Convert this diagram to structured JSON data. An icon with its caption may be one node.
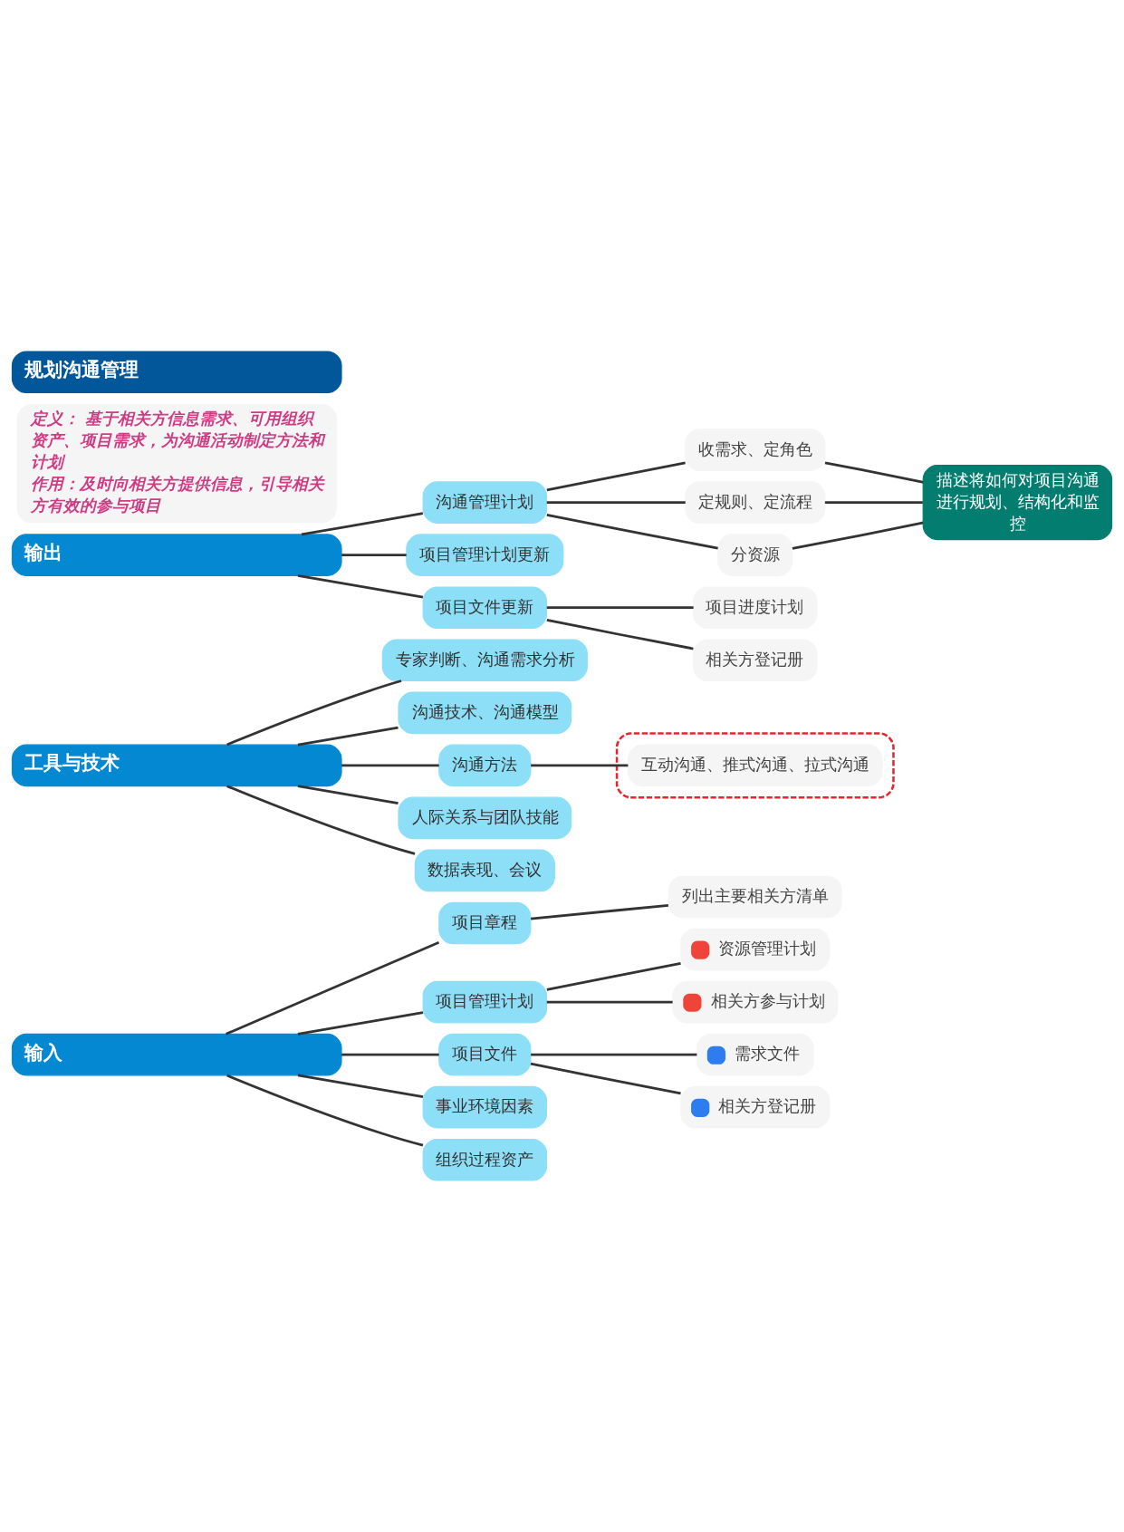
{
  "diagram": {
    "nodes": [
      {
        "text": [
          "规划沟通管理"
        ]
      },
      {
        "text": [
          "定义： 基于相关方信息需求、可用组织资产、项目需求，为沟通活动制定方法和计划",
          "作用：及时向相关方提供信息，引导相关方有效的参与项目"
        ]
      },
      {
        "text": [
          "输出"
        ]
      },
      {
        "text": [
          "沟通管理计划"
        ]
      },
      {
        "text": [
          "收需求、定角色"
        ]
      },
      {
        "text": [
          "定规则、定流程"
        ]
      },
      {
        "text": [
          "分资源"
        ]
      },
      {
        "text": [
          "描述将如何对项目沟通进行规划、结构化和监控"
        ]
      },
      {
        "text": [
          "项目管理计划更新"
        ]
      },
      {
        "text": [
          "项目文件更新"
        ]
      },
      {
        "text": [
          "项目进度计划"
        ]
      },
      {
        "text": [
          "相关方登记册"
        ]
      },
      {
        "text": [
          "工具与技术"
        ]
      },
      {
        "text": [
          "专家判断、沟通需求分析"
        ]
      },
      {
        "text": [
          "沟通技术、沟通模型"
        ]
      },
      {
        "text": [
          "沟通方法"
        ]
      },
      {
        "text": [],
        "shape": "box"
      },
      {
        "text": [
          "互动沟通、推式沟通、拉式沟通"
        ],
        "in": 16
      },
      {
        "text": [
          "人际关系与团队技能"
        ]
      },
      {
        "text": [
          "数据表现、会议"
        ]
      },
      {
        "text": [
          "输入"
        ]
      },
      {
        "text": [
          "项目章程"
        ]
      },
      {
        "text": [
          "列出主要相关方清单"
        ]
      },
      {
        "text": [
          "项目管理计划"
        ]
      },
      {
        "text": [
          "资源管理计划"
        ]
      },
      {
        "text": [
          "相关方参与计划"
        ]
      },
      {
        "text": [
          "项目文件"
        ]
      },
      {
        "text": [
          "需求文件"
        ]
      },
      {
        "text": [
          "相关方登记册"
        ]
      },
      {
        "text": [
          "事业环境因素"
        ]
      },
      {
        "text": [
          "组织过程资产"
        ]
      }
    ],
    "edges": [
      {
        "from": 2,
        "to": 3,
        "arrow": "none"
      },
      {
        "from": 3,
        "to": 4,
        "arrow": "none"
      },
      {
        "from": 3,
        "to": 5,
        "arrow": "none"
      },
      {
        "from": 3,
        "to": 6,
        "arrow": "none"
      },
      {
        "from": 4,
        "to": 7,
        "arrow": "none"
      },
      {
        "from": 5,
        "to": 7,
        "arrow": "none"
      },
      {
        "from": 6,
        "to": 7,
        "arrow": "none"
      },
      {
        "from": 2,
        "to": 8,
        "arrow": "none"
      },
      {
        "from": 2,
        "to": 9,
        "arrow": "none"
      },
      {
        "from": 9,
        "to": 10,
        "arrow": "none"
      },
      {
        "from": 9,
        "to": 11,
        "arrow": "none"
      },
      {
        "from": 12,
        "to": 13,
        "arrow": "none"
      },
      {
        "from": 12,
        "to": 14,
        "arrow": "none"
      },
      {
        "from": 12,
        "to": 15,
        "arrow": "none"
      },
      {
        "from": 15,
        "to": 17,
        "arrow": "none"
      },
      {
        "from": 12,
        "to": 18,
        "arrow": "none"
      },
      {
        "from": 12,
        "to": 19,
        "arrow": "none"
      },
      {
        "from": 20,
        "to": 21,
        "arrow": "none"
      },
      {
        "from": 21,
        "to": 22,
        "arrow": "none"
      },
      {
        "from": 20,
        "to": 23,
        "arrow": "none"
      },
      {
        "from": 23,
        "to": 24,
        "arrow": "none"
      },
      {
        "from": 23,
        "to": 25,
        "arrow": "none"
      },
      {
        "from": 20,
        "to": 26,
        "arrow": "none"
      },
      {
        "from": 26,
        "to": 27,
        "arrow": "none"
      },
      {
        "from": 26,
        "to": 28,
        "arrow": "none"
      },
      {
        "from": 20,
        "to": 29,
        "arrow": "none"
      },
      {
        "from": 20,
        "to": 30,
        "arrow": "none"
      }
    ]
  }
}
